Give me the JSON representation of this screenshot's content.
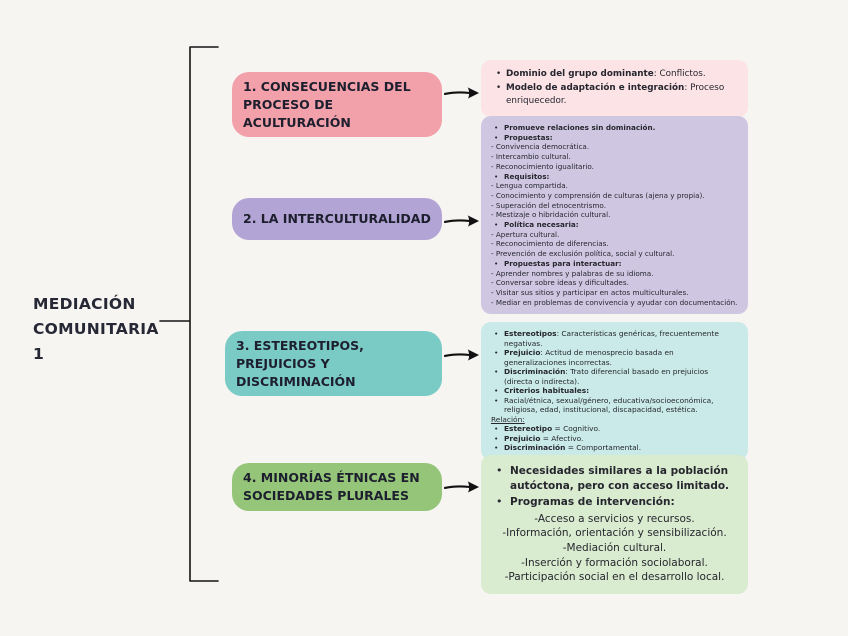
{
  "page": {
    "background": "#f7f5f2",
    "title": "MEDIACIÓN COMUNITARIA 1"
  },
  "branches": [
    {
      "label": "1. CONSECUENCIAS DEL PROCESO DE ACULTURACIÓN",
      "box_color": "#f2a0a9",
      "panel_color": "#fbe3e6",
      "lines": [
        {
          "m": "bullet",
          "b": "Dominio del grupo dominante",
          "t": ": Conflictos."
        },
        {
          "m": "bullet",
          "b": "Modelo de adaptación e integración",
          "t": ": Proceso enriquecedor."
        }
      ]
    },
    {
      "label": "2. LA INTERCULTURALIDAD",
      "box_color": "#b2a4d4",
      "panel_color": "#cfc7e2",
      "lines": [
        {
          "m": "bullet",
          "b": "Promueve relaciones sin dominación."
        },
        {
          "m": "bullet",
          "b": "Propuestas:"
        },
        {
          "t": "- Convivencia democrática."
        },
        {
          "t": "- Intercambio cultural."
        },
        {
          "t": "- Reconocimiento igualitario."
        },
        {
          "m": "bullet",
          "b": "Requisitos:"
        },
        {
          "t": "- Lengua compartida."
        },
        {
          "t": "- Conocimiento y comprensión de culturas (ajena y propia)."
        },
        {
          "t": "- Superación del etnocentrismo."
        },
        {
          "t": "- Mestizaje o hibridación cultural."
        },
        {
          "m": "bullet",
          "b": "Política necesaria:"
        },
        {
          "t": "- Apertura cultural."
        },
        {
          "t": "- Reconocimiento de diferencias."
        },
        {
          "t": "- Prevención de exclusión política, social y cultural."
        },
        {
          "m": "bullet",
          "b": "Propuestas para interactuar:"
        },
        {
          "t": "- Aprender nombres y palabras de su idioma."
        },
        {
          "t": "- Conversar sobre ideas y dificultades."
        },
        {
          "t": "- Visitar sus sitios y participar en actos multiculturales."
        },
        {
          "t": "- Mediar en problemas de convivencia y ayudar con documentación."
        }
      ]
    },
    {
      "label": "3. ESTEREOTIPOS, PREJUICIOS Y DISCRIMINACIÓN",
      "box_color": "#7acbc5",
      "panel_color": "#c9eae8",
      "lines": [
        {
          "m": "bullet",
          "b": "Estereotipos",
          "t": ": Características genéricas, frecuentemente negativas."
        },
        {
          "m": "bullet",
          "b": "Prejuicio",
          "t": ": Actitud de menosprecio basada en generalizaciones incorrectas."
        },
        {
          "m": "bullet",
          "b": "Discriminación",
          "t": ": Trato diferencial basado en prejuicios (directa o indirecta)."
        },
        {
          "m": "bullet",
          "b": "Criterios habituales:"
        },
        {
          "m": "bullet",
          "t": "Racial/étnica, sexual/género, educativa/socioeconómica, religiosa, edad, institucional, discapacidad, estética."
        },
        {
          "u": true,
          "t": "Relación:"
        },
        {
          "m": "bullet",
          "b": "Estereotipo",
          "t": " = Cognitivo."
        },
        {
          "m": "bullet",
          "b": "Prejuicio",
          "t": " = Afectivo."
        },
        {
          "m": "bullet",
          "b": "Discriminación",
          "t": " = Comportamental."
        }
      ]
    },
    {
      "label": "4. MINORÍAS ÉTNICAS EN SOCIEDADES PLURALES",
      "box_color": "#94c579",
      "panel_color": "#d9ecd0",
      "lines": [
        {
          "m": "bullet",
          "b": "Necesidades similares a la población autóctona, pero con acceso limitado."
        },
        {
          "m": "bullet",
          "b": "Programas de intervención:"
        },
        {
          "align": "center",
          "t": "-Acceso a servicios y recursos."
        },
        {
          "align": "center",
          "t": "-Información, orientación y sensibilización."
        },
        {
          "align": "center",
          "t": "-Mediación cultural."
        },
        {
          "align": "center",
          "t": "-Inserción y formación sociolaboral."
        },
        {
          "align": "center",
          "t": "-Participación social en el desarrollo local."
        }
      ]
    }
  ]
}
